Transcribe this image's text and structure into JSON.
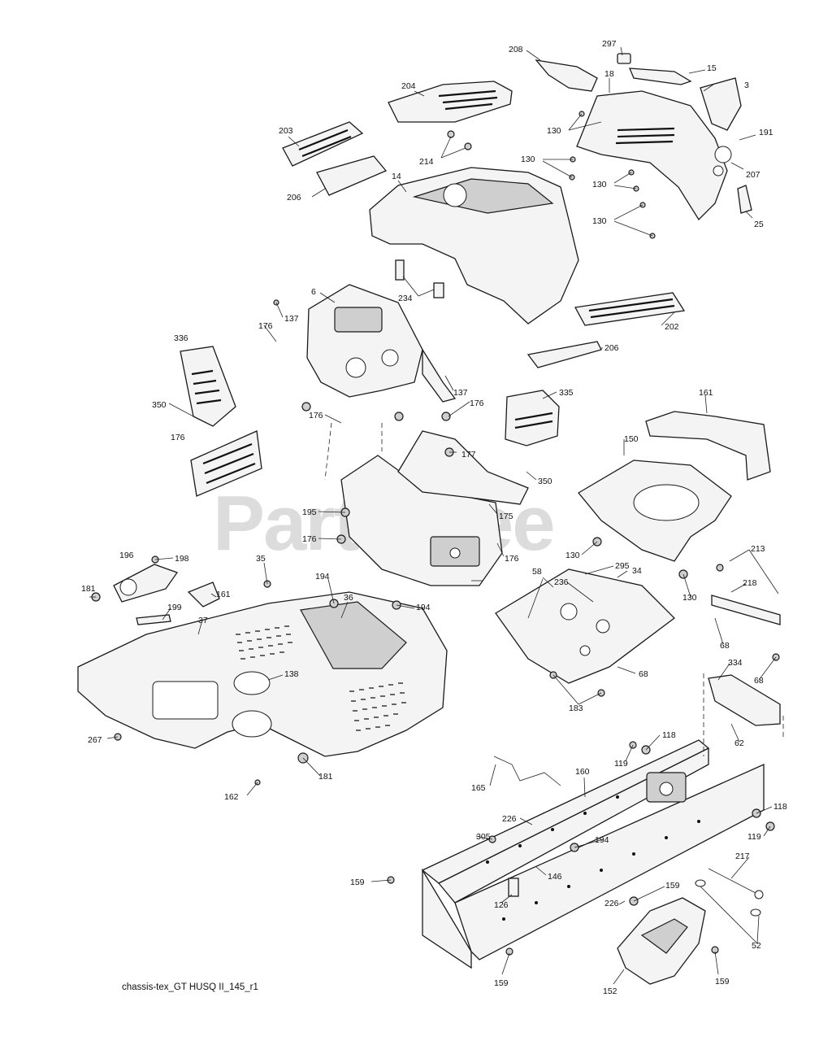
{
  "watermark": "PartsTree",
  "footer_caption": "chassis-tex_GT HUSQ II_145_r1",
  "part_labels": [
    "297",
    "208",
    "15",
    "18",
    "3",
    "204",
    "130",
    "191",
    "203",
    "214",
    "130",
    "207",
    "130",
    "206",
    "14",
    "130",
    "130",
    "25",
    "234",
    "6",
    "137",
    "202",
    "176",
    "336",
    "206",
    "137",
    "176",
    "335",
    "350",
    "176",
    "161",
    "177",
    "150",
    "176",
    "350",
    "175",
    "195",
    "176",
    "176",
    "130",
    "295",
    "196",
    "198",
    "35",
    "34",
    "58",
    "236",
    "181",
    "161",
    "194",
    "36",
    "194",
    "213",
    "218",
    "199",
    "37",
    "130",
    "68",
    "138",
    "68",
    "68",
    "183",
    "334",
    "267",
    "62",
    "181",
    "118",
    "119",
    "162",
    "165",
    "160",
    "226",
    "118",
    "305",
    "194",
    "119",
    "146",
    "217",
    "159",
    "126",
    "226",
    "159",
    "52",
    "159",
    "152",
    "159"
  ]
}
